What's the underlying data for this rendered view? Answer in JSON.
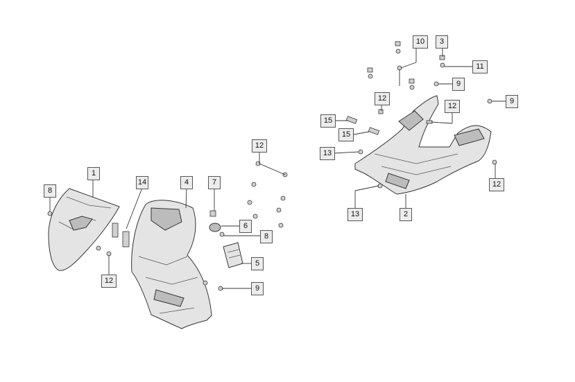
{
  "diagram": {
    "callouts": [
      "1",
      "14",
      "4",
      "7",
      "6",
      "8",
      "8",
      "5",
      "9",
      "12",
      "12",
      "10",
      "3",
      "11",
      "9",
      "9",
      "12",
      "12",
      "15",
      "15",
      "13",
      "13",
      "2",
      "12"
    ]
  }
}
